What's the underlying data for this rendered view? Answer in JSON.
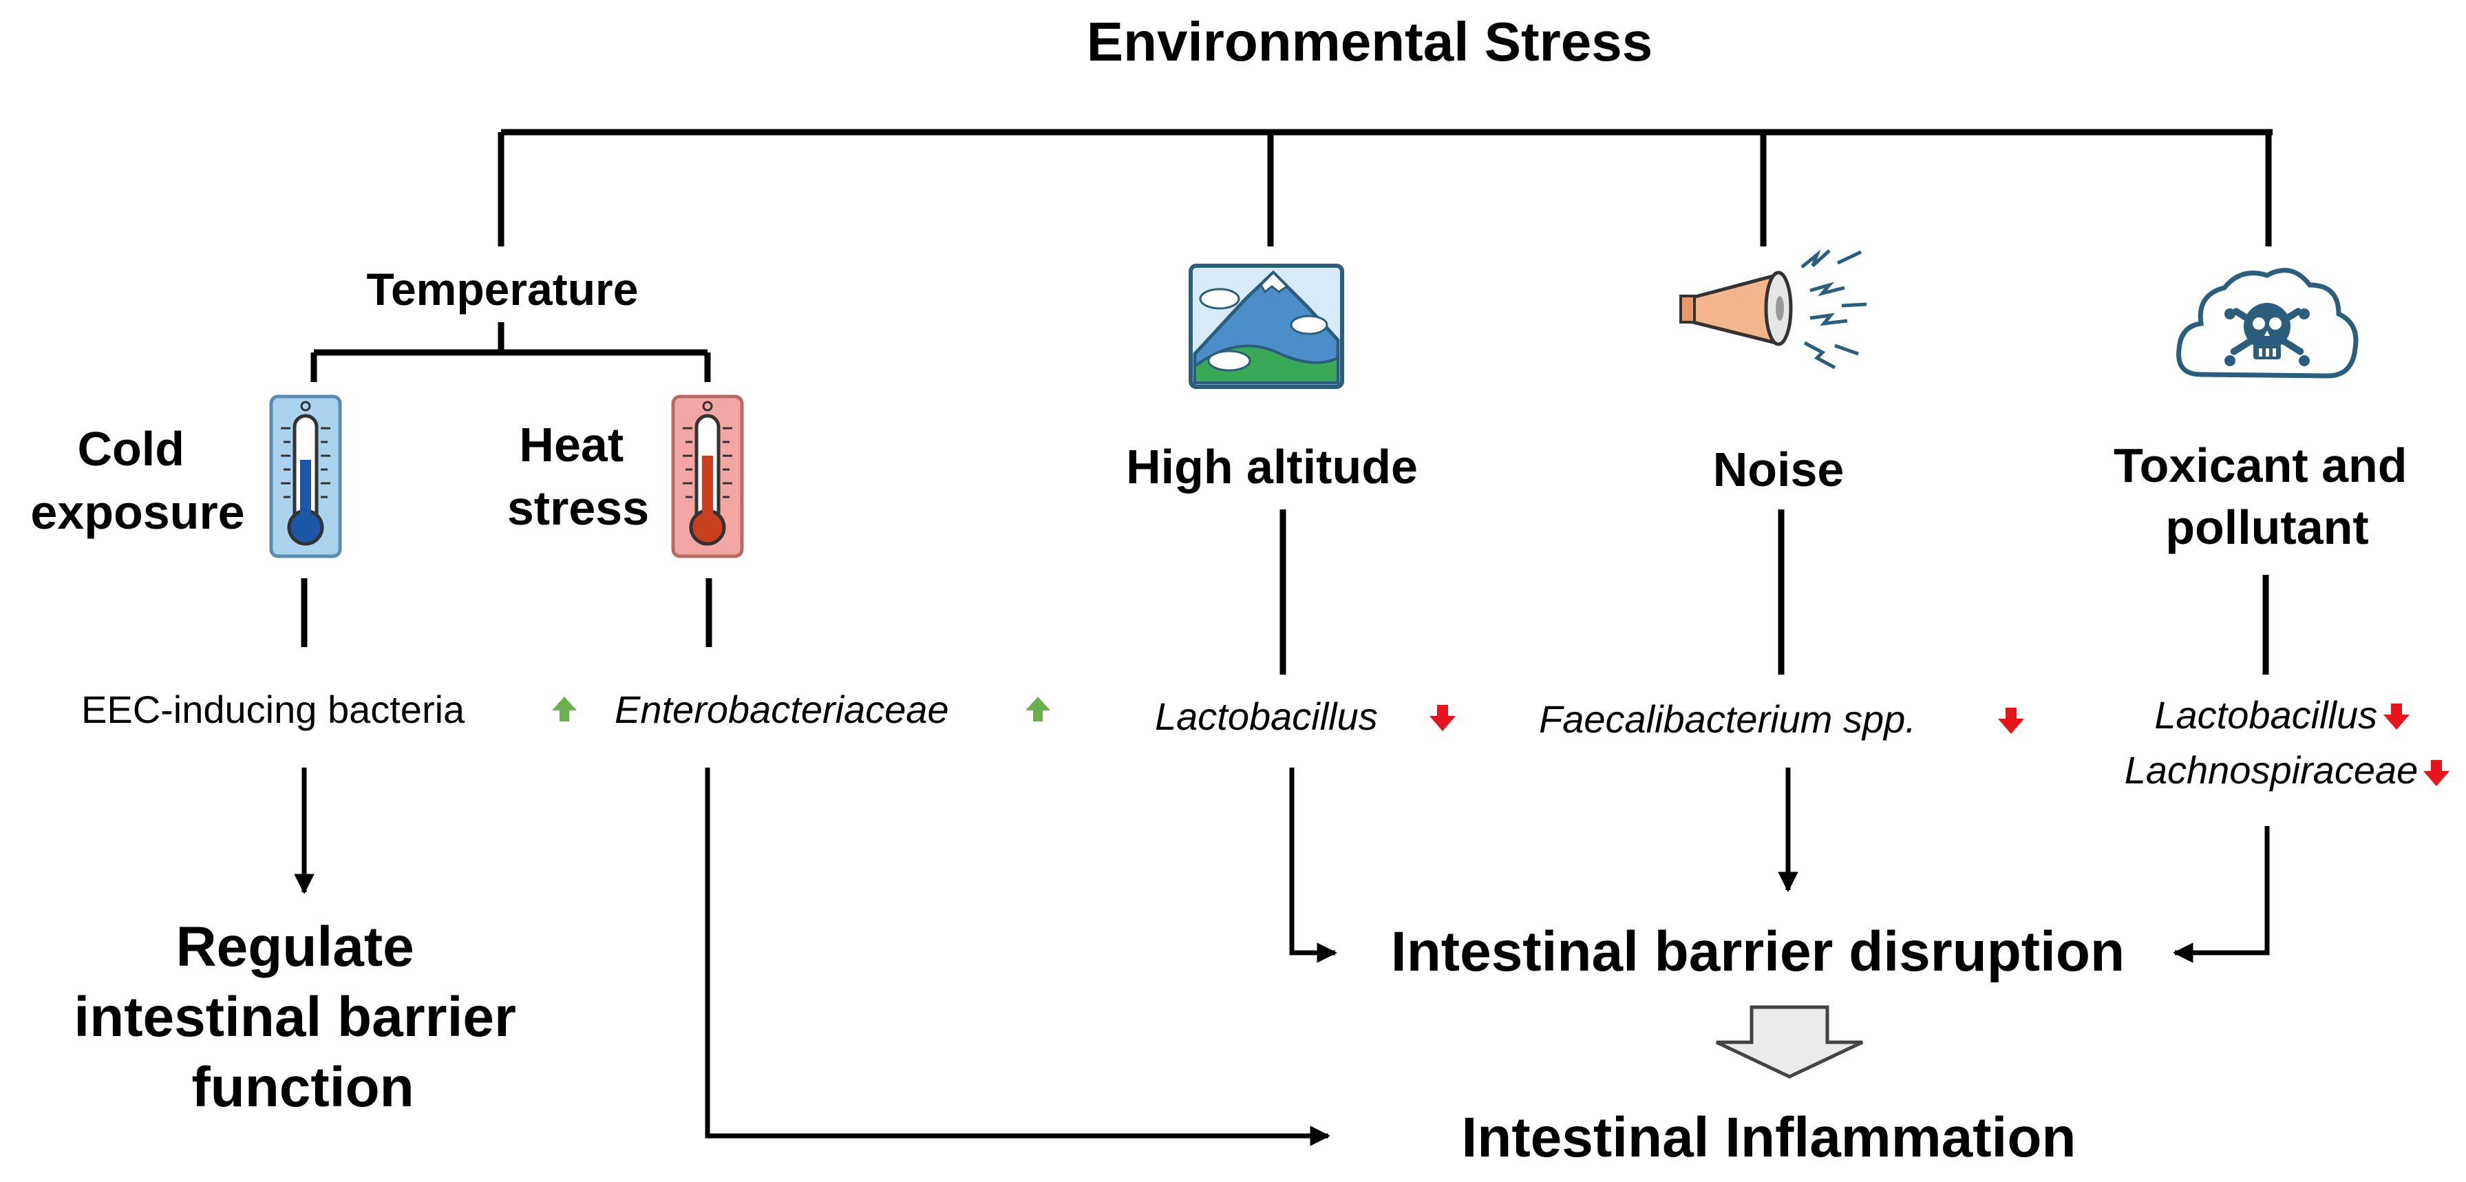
{
  "title": "Environmental Stress",
  "temperature": {
    "heading": "Temperature",
    "cold": {
      "line1": "Cold",
      "line2": "exposure",
      "bacteria": "EEC-inducing bacteria",
      "trend": "up"
    },
    "heat": {
      "line1": "Heat",
      "line2": "stress",
      "bacteria": "Enterobacteriaceae",
      "trend": "up"
    }
  },
  "altitude": {
    "label": "High altitude",
    "bacteria": "Lactobacillus",
    "trend": "down"
  },
  "noise": {
    "label": "Noise",
    "bacteria": "Faecalibacterium spp.",
    "trend": "down"
  },
  "toxicant": {
    "line1": "Toxicant and",
    "line2": "pollutant",
    "bacteria": [
      "Lactobacillus",
      "Lachnospiraceae"
    ],
    "trend": "down"
  },
  "outcomes": {
    "regulate": [
      "Regulate",
      "intestinal barrier",
      "function"
    ],
    "barrier": "Intestinal barrier disruption",
    "inflammation": "Intestinal Inflammation"
  },
  "colors": {
    "up_arrow": "#6ab04c",
    "down_arrow": "#e8141b",
    "cold_thermo_bg": "#a9d3ef",
    "cold_mercury": "#1c57a5",
    "heat_thermo_bg": "#f2a7a4",
    "heat_mercury": "#c9401e",
    "icon_outline": "#2b5d7c"
  },
  "icons": {
    "cold": "thermometer-cold-icon",
    "heat": "thermometer-hot-icon",
    "altitude": "mountain-icon",
    "noise": "megaphone-icon",
    "toxicant": "skull-cloud-icon",
    "up": "arrow-up-icon",
    "down": "arrow-down-icon"
  }
}
